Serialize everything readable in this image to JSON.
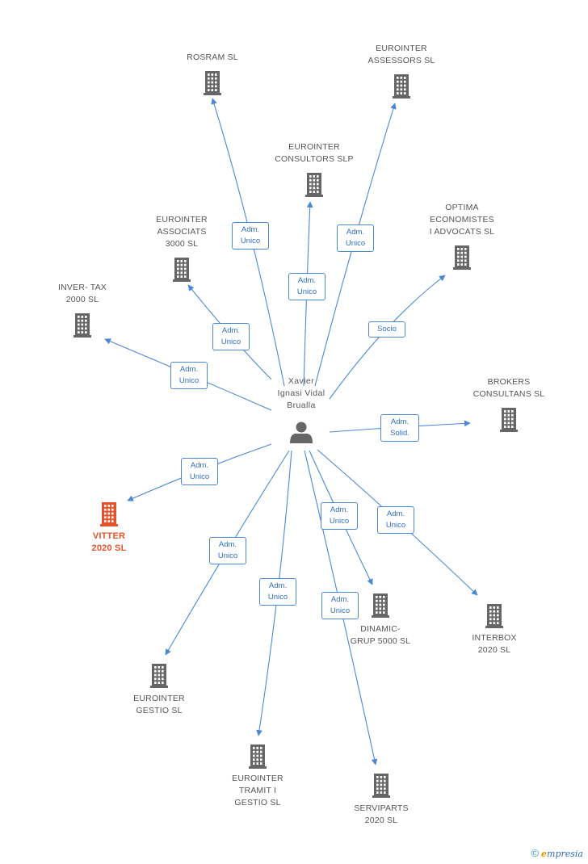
{
  "colors": {
    "edge": "#4a88d6",
    "building": "#666666",
    "highlight": "#e5532d",
    "person": "#666666"
  },
  "person": {
    "name_lines": [
      "Xavier",
      "Ignasi Vidal",
      "Brualla"
    ],
    "icon": "person-icon"
  },
  "companies": [
    {
      "id": "rosram",
      "lines": [
        "ROSRAM SL"
      ],
      "icon": "building-icon",
      "highlight": false
    },
    {
      "id": "eurointer-assessors",
      "lines": [
        "EUROINTER",
        "ASSESSORS SL"
      ],
      "icon": "building-icon",
      "highlight": false
    },
    {
      "id": "eurointer-consultors",
      "lines": [
        "EUROINTER",
        "CONSULTORS SLP"
      ],
      "icon": "building-icon",
      "highlight": false
    },
    {
      "id": "optima",
      "lines": [
        "OPTIMA",
        "ECONOMISTES",
        "I ADVOCATS SL"
      ],
      "icon": "building-icon",
      "highlight": false
    },
    {
      "id": "eurointer-associats",
      "lines": [
        "EUROINTER",
        "ASSOCIATS",
        "3000 SL"
      ],
      "icon": "building-icon",
      "highlight": false
    },
    {
      "id": "inver-tax",
      "lines": [
        "INVER- TAX",
        "2000 SL"
      ],
      "icon": "building-icon",
      "highlight": false
    },
    {
      "id": "brokers",
      "lines": [
        "BROKERS",
        "CONSULTANS SL"
      ],
      "icon": "building-icon",
      "highlight": false
    },
    {
      "id": "vitter",
      "lines": [
        "VITTER",
        "2020 SL"
      ],
      "icon": "building-icon",
      "highlight": true
    },
    {
      "id": "dinamic",
      "lines": [
        "DINAMIC-",
        "GRUP 5000  SL"
      ],
      "icon": "building-icon",
      "highlight": false
    },
    {
      "id": "interbox",
      "lines": [
        "INTERBOX",
        "2020 SL"
      ],
      "icon": "building-icon",
      "highlight": false
    },
    {
      "id": "eurointer-gestio",
      "lines": [
        "EUROINTER",
        "GESTIO SL"
      ],
      "icon": "building-icon",
      "highlight": false
    },
    {
      "id": "eurointer-tramit",
      "lines": [
        "EUROINTER",
        "TRAMIT I",
        "GESTIO SL"
      ],
      "icon": "building-icon",
      "highlight": false
    },
    {
      "id": "serviparts",
      "lines": [
        "SERVIPARTS",
        "2020 SL"
      ],
      "icon": "building-icon",
      "highlight": false
    }
  ],
  "relations": [
    {
      "to": "rosram",
      "lines": [
        "Adm.",
        "Unico"
      ]
    },
    {
      "to": "eurointer-assessors",
      "lines": [
        "Adm.",
        "Unico"
      ]
    },
    {
      "to": "eurointer-consultors",
      "lines": [
        "Adm.",
        "Unico"
      ]
    },
    {
      "to": "optima",
      "lines": [
        "Socio"
      ]
    },
    {
      "to": "eurointer-associats",
      "lines": [
        "Adm.",
        "Unico"
      ]
    },
    {
      "to": "inver-tax",
      "lines": [
        "Adm.",
        "Unico"
      ]
    },
    {
      "to": "brokers",
      "lines": [
        "Adm.",
        "Solid."
      ]
    },
    {
      "to": "vitter",
      "lines": [
        "Adm.",
        "Unico"
      ]
    },
    {
      "to": "dinamic",
      "lines": [
        "Adm.",
        "Unico"
      ]
    },
    {
      "to": "interbox",
      "lines": [
        "Adm.",
        "Unico"
      ]
    },
    {
      "to": "eurointer-gestio",
      "lines": [
        "Adm.",
        "Unico"
      ]
    },
    {
      "to": "eurointer-tramit",
      "lines": [
        "Adm.",
        "Unico"
      ]
    },
    {
      "to": "serviparts",
      "lines": [
        "Adm.",
        "Unico"
      ]
    }
  ],
  "footer": {
    "copyright": "©",
    "brand_initial": "e",
    "brand_rest": "mpresia"
  }
}
